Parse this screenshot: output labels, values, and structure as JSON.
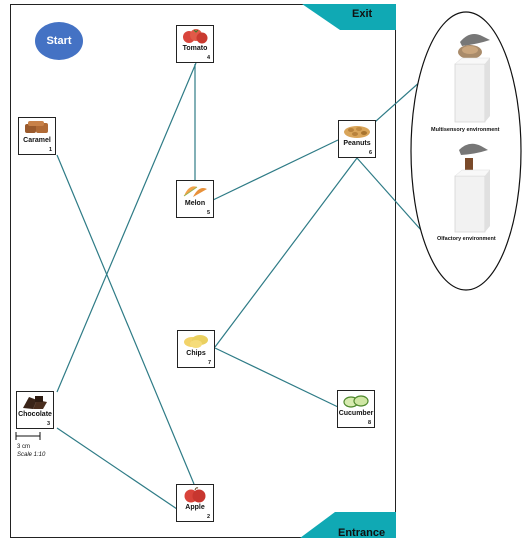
{
  "start": {
    "label": "Start"
  },
  "exit": {
    "label": "Exit"
  },
  "entrance": {
    "label": "Entrance"
  },
  "stations": [
    {
      "id": "tomato",
      "label": "Tomato",
      "number": "4"
    },
    {
      "id": "caramel",
      "label": "Caramel",
      "number": "1"
    },
    {
      "id": "peanuts",
      "label": "Peanuts",
      "number": "6"
    },
    {
      "id": "melon",
      "label": "Melon",
      "number": "5"
    },
    {
      "id": "chips",
      "label": "Chips",
      "number": "7"
    },
    {
      "id": "chocolate",
      "label": "Chocolate",
      "number": "3"
    },
    {
      "id": "cucumber",
      "label": "Cucumber",
      "number": "8"
    },
    {
      "id": "apple",
      "label": "Apple",
      "number": "2"
    }
  ],
  "scale": {
    "length": "3 cm",
    "ratio": "Scale 1:10"
  },
  "inset": {
    "multisensory_label": "Multisensory environment",
    "olfactory_label": "Olfactory environment"
  },
  "colors": {
    "path": "#2e7b86",
    "accent_teal": "#10a9b4",
    "start_fill": "#4472c4"
  }
}
